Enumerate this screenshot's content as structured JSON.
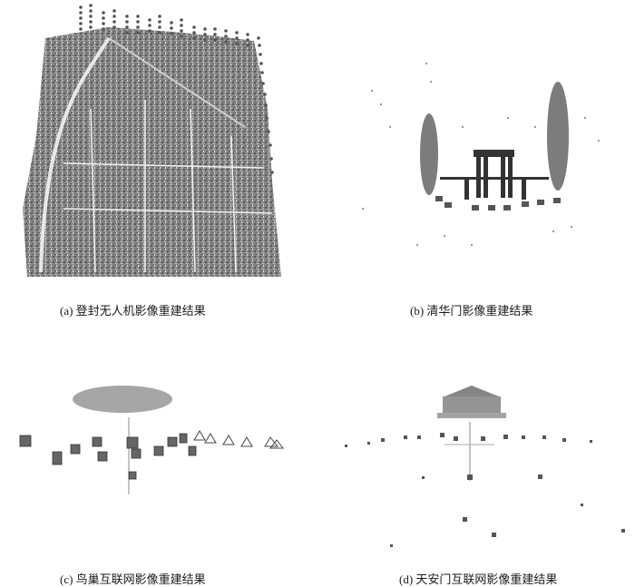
{
  "figure": {
    "panels": [
      {
        "id": "a",
        "caption": "(a) 登封无人机影像重建结果",
        "content": "UAV aerial point cloud reconstruction of Dengfeng city blocks with rows of camera positions above"
      },
      {
        "id": "b",
        "caption": "(b) 清华门影像重建结果",
        "content": "Sparse point cloud of Tsinghua gate with trees on both sides and camera frusta in front"
      },
      {
        "id": "c",
        "caption": "(c) 鸟巢互联网影像重建结果",
        "content": "Sparse point cloud of Bird's Nest stadium (ellipse) with many camera frusta arranged around"
      },
      {
        "id": "d",
        "caption": "(d) 天安门互联网影像重建结果",
        "content": "Sparse point cloud of Tiananmen gate tower with scattered camera frusta"
      }
    ]
  },
  "colors": {
    "background": "#ffffff",
    "points": "#555555",
    "cameras": "#444444"
  }
}
